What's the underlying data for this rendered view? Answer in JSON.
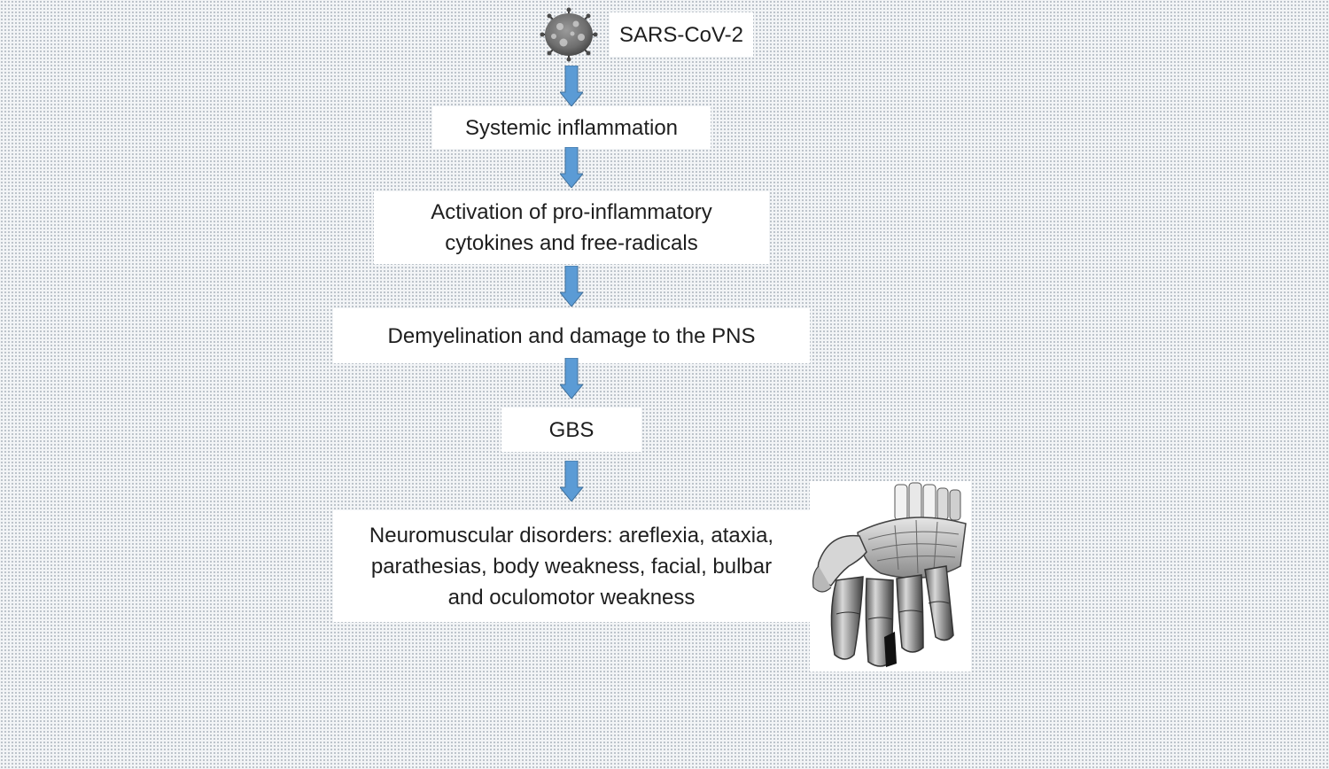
{
  "diagram": {
    "nodes": [
      {
        "id": "sars",
        "text": "SARS-CoV-2"
      },
      {
        "id": "inflammation",
        "text": "Systemic inflammation"
      },
      {
        "id": "cytokines",
        "text": "Activation of pro-inflammatory\ncytokines and free-radicals"
      },
      {
        "id": "demyelination",
        "text": "Demyelination and damage to the PNS"
      },
      {
        "id": "gbs",
        "text": "GBS"
      },
      {
        "id": "neuromuscular",
        "text": "Neuromuscular disorders: areflexia, ataxia,\nparathesias, body weakness, facial, bulbar\nand oculomotor weakness"
      }
    ],
    "edges": [
      {
        "from": "sars",
        "to": "inflammation"
      },
      {
        "from": "inflammation",
        "to": "cytokines"
      },
      {
        "from": "cytokines",
        "to": "demyelination"
      },
      {
        "from": "demyelination",
        "to": "gbs"
      },
      {
        "from": "gbs",
        "to": "neuromuscular"
      }
    ],
    "images": [
      {
        "id": "virus",
        "icon": "virus-icon"
      },
      {
        "id": "hand",
        "icon": "hand-muscle-anatomy-illustration"
      }
    ],
    "colors": {
      "arrow_fill": "#5b9bd5",
      "arrow_stroke": "#41719c",
      "box_fill": "#ffffff",
      "text": "#1e1e1e"
    }
  }
}
